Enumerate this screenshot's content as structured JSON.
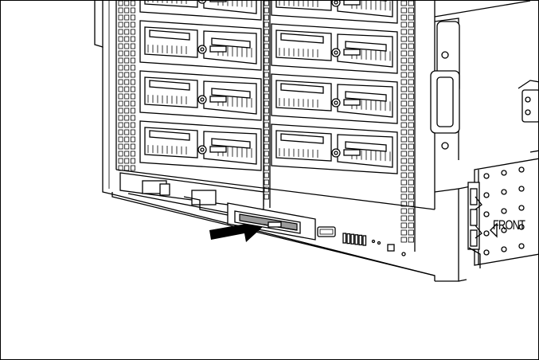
{
  "illustration": {
    "front_label": "FRONT",
    "bay_rows": 4,
    "bay_columns": 2
  }
}
